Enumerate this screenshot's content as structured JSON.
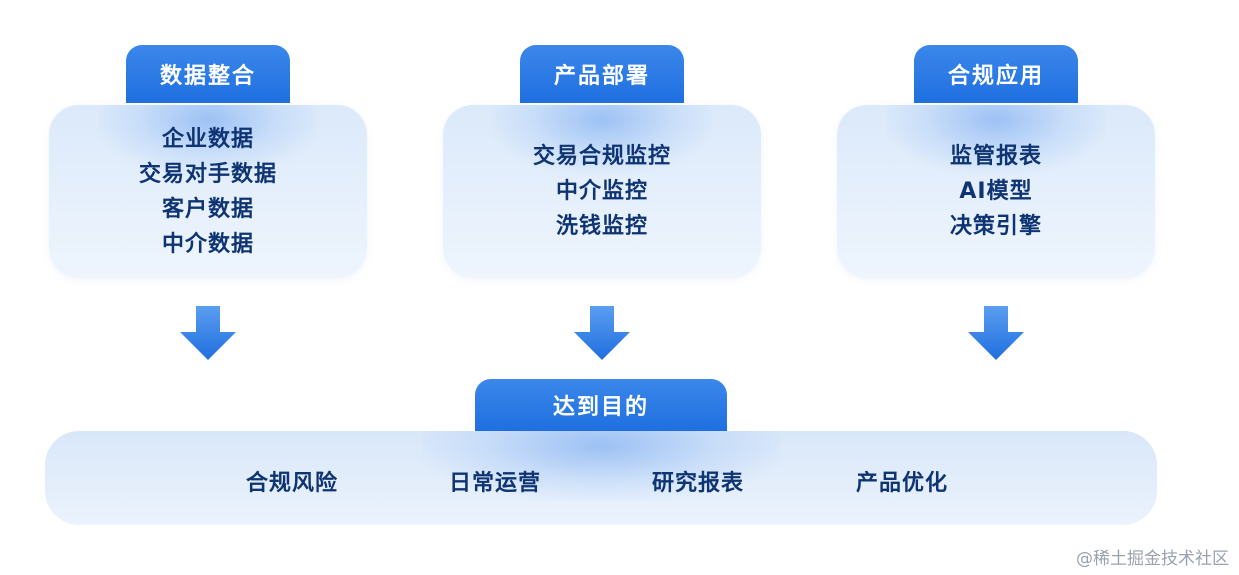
{
  "columns": [
    {
      "title": "数据整合",
      "items": [
        "企业数据",
        "交易对手数据",
        "客户数据",
        "中介数据"
      ]
    },
    {
      "title": "产品部署",
      "items": [
        "交易合规监控",
        "中介监控",
        "洗钱监控"
      ]
    },
    {
      "title": "合规应用",
      "items": [
        "监管报表",
        "AI模型",
        "决策引擎"
      ]
    }
  ],
  "goal": {
    "title": "达到目的",
    "items": [
      "合规风险",
      "日常运营",
      "研究报表",
      "产品优化"
    ]
  },
  "watermark": "@稀土掘金技术社区",
  "colors": {
    "tab_blue": "#2a7be6",
    "card_light": "#e4eefb",
    "text_dark_blue": "#0f3473",
    "arrow_blue": "#2e7ae3"
  },
  "icons": {
    "arrow": "arrow-down-icon"
  }
}
